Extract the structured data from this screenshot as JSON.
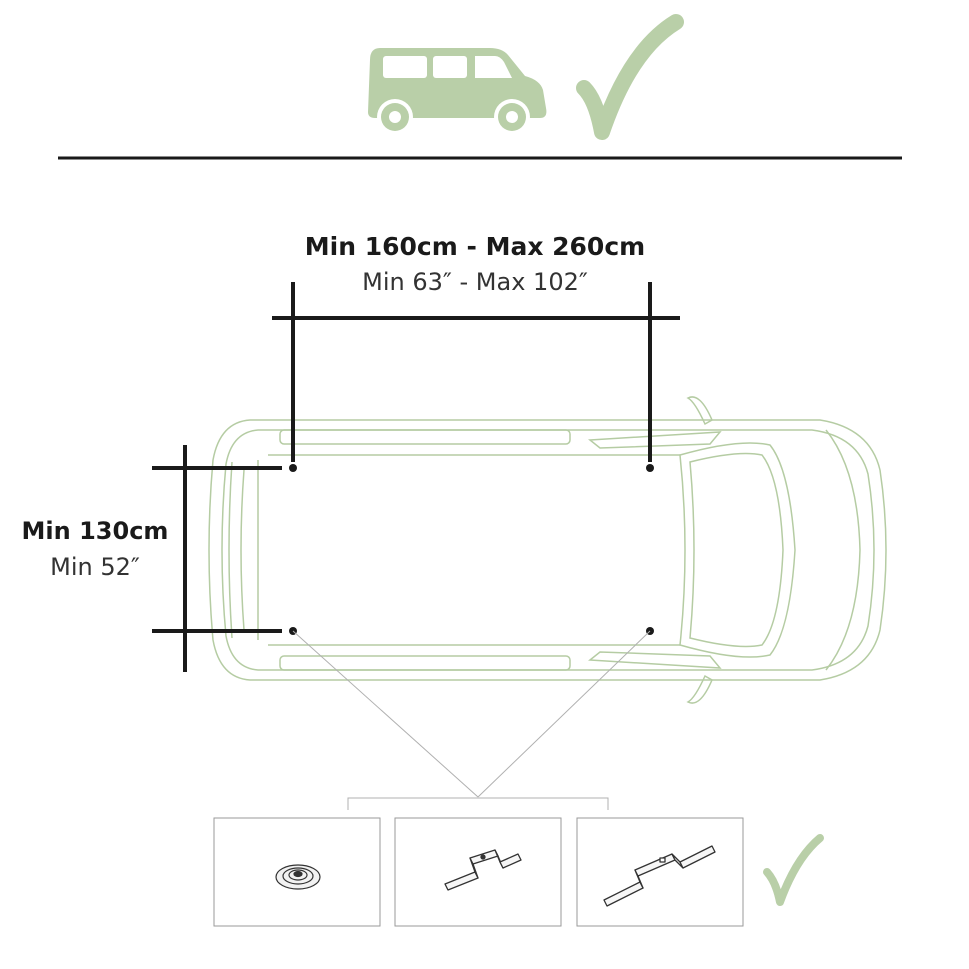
{
  "colors": {
    "accent_green": "#b9cfa8",
    "outline_green": "#b5cca3",
    "line_dark": "#1a1a1a",
    "box_gray": "#9a9a9a"
  },
  "icons": {
    "header_vehicle": "van-icon",
    "header_check": "checkmark-icon",
    "mounts": [
      "round-mount-icon",
      "bracket-mount-icon",
      "long-bracket-mount-icon"
    ],
    "footer_check": "checkmark-icon"
  },
  "dimensions": {
    "width": {
      "metric": "Min 160cm - Max 260cm",
      "imperial": "Min 63″ - Max 102″"
    },
    "depth": {
      "metric": "Min 130cm",
      "imperial": "Min 52″"
    }
  }
}
